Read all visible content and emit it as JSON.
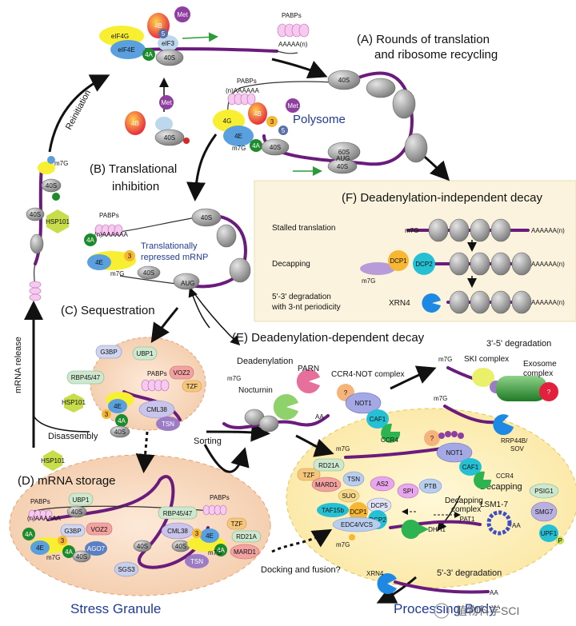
{
  "sections": {
    "a": "(A) Rounds of translation",
    "a2": "and ribosome recycling",
    "b": "(B) Translational",
    "b2": "inhibition",
    "c": "(C) Sequestration",
    "d": "(D) mRNA storage",
    "e": "(E) Deadenylation-dependent decay",
    "f": "(F) Deadenylation-independent decay"
  },
  "side_labels": {
    "reinitiation": "Reinitiation",
    "mrna_release": "mRNA release",
    "disassembly": "Disassembly",
    "sorting": "Sorting",
    "deadenylation": "Deadenylation",
    "docking": "Docking and fusion?",
    "decapping": "Decapping",
    "decapping_complex": "Decapping",
    "decapping_complex2": "complex",
    "degradation_53": "5'-3' degradation",
    "degradation_35": "3'-5' degradation"
  },
  "titles": {
    "polysome": "Polysome",
    "repressed": "Translationally",
    "repressed2": "repressed mRNP",
    "stress_granule": "Stress Granule",
    "processing_body": "Processing Body"
  },
  "panel_f": {
    "row1": "Stalled translation",
    "row2": "Decapping",
    "row3": "5'-3' degradation",
    "row3b": "with 3-nt periodicity"
  },
  "labels": {
    "pabps": "PABPs",
    "polya": "AAAAA(n)",
    "polya_n": "(n)AAAAAA",
    "polya_f": "AAAAAA(n)",
    "m7g": "m7G",
    "met": "Met",
    "eif4g": "eIF4G",
    "eif4e": "eIF4E",
    "eif3": "eIF3",
    "4b": "4B",
    "4a": "4A",
    "4g": "4G",
    "4e": "4E",
    "n3": "3",
    "n5": "5",
    "40s": "40S",
    "60s": "60S",
    "aug": "AUG",
    "hsp101": "HSP101",
    "ccr4_not": "CCR4-NOT complex",
    "ski": "SKI complex",
    "exosome": "Exosome",
    "exosome2": "complex",
    "nocturnin": "Nocturnin",
    "parn": "PARN",
    "not1": "NOT1",
    "caf1": "CAF1",
    "ccr4": "CCR4",
    "rrp44b": "RRP44B/",
    "sov": "SOV",
    "dcp1": "DCP1",
    "dcp2": "DCP2",
    "xrn4": "XRN4",
    "q": "?",
    "g3bp": "G3BP",
    "ubp1": "UBP1",
    "rbp4547": "RBP45/47",
    "voz2": "VOZ2",
    "tzf": "TZF",
    "cml38": "CML38",
    "tsn": "TSN",
    "ago7": "AGO7",
    "sgs3": "SGS3",
    "rd21a": "RD21A",
    "mard1": "MARD1",
    "suo": "SUO",
    "as2": "AS2",
    "spi": "SPI",
    "ptb": "PTB",
    "taf15b": "TAF15b",
    "dcp5": "DCP5",
    "edc4": "EDC4/VCS",
    "dhh1": "DHH1",
    "pat1": "PAT1",
    "lsm": "LSM1-7",
    "psig1": "PSIG1",
    "smg7": "SMG7",
    "upf1": "UPF1",
    "p": "P",
    "aa": "AA"
  },
  "watermark": "植物科学SCI"
}
